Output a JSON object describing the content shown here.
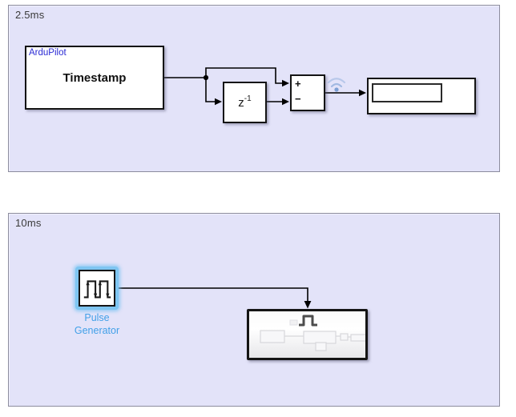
{
  "areas": [
    {
      "label": "2.5ms"
    },
    {
      "label": "10ms"
    }
  ],
  "blocks": {
    "timestamp": {
      "library_annotation": "ArduPilot",
      "name": "Timestamp"
    },
    "unit_delay": {
      "symbol_base": "z",
      "symbol_exponent": "-1"
    },
    "sum": {
      "port_top": "+",
      "port_bottom": "−"
    },
    "display": {
      "value": ""
    },
    "pulse_generator": {
      "label": "Pulse Generator",
      "label_lines": [
        "Pulse",
        "Generator"
      ],
      "selected": true
    },
    "triggered_subsystem": {
      "trigger_port": "pulse"
    }
  },
  "icons": {
    "pulse_generator": "square-wave-icon",
    "subsystem_trigger": "pulse-trigger-icon",
    "sum_output_badge": "wireless-logging-icon"
  },
  "colors": {
    "area_fill": "#e3e3f9",
    "area_border": "#8c8c9e",
    "block_border": "#141414",
    "annotation_blue": "#2a2ad4",
    "selected_label_blue": "#42a0e8",
    "selection_halo": "#7ec5f1",
    "wireless_badge": "#8aa9dd",
    "area_label_gray": "#3a3a3a"
  }
}
